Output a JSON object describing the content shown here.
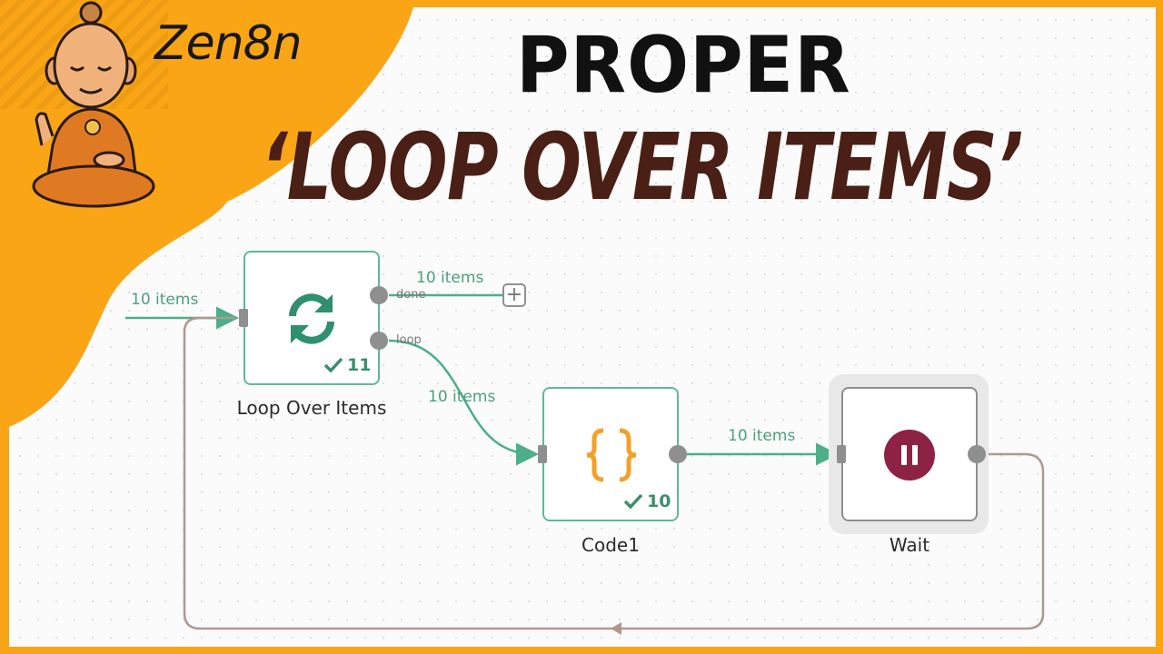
{
  "brand": {
    "name": "Zen8n"
  },
  "title": {
    "line1": "PROPER",
    "line2": "‘LOOP OVER ITEMS’"
  },
  "workflow": {
    "input_edge_label": "10 items",
    "nodes": [
      {
        "id": "loop-over-items",
        "label": "Loop Over Items",
        "icon": "sync-arrows-icon",
        "count": "11",
        "ports": {
          "done": "done",
          "loop": "loop"
        }
      },
      {
        "id": "code1",
        "label": "Code1",
        "icon": "curly-braces-icon",
        "count": "10"
      },
      {
        "id": "wait",
        "label": "Wait",
        "icon": "pause-icon"
      }
    ],
    "edges": [
      {
        "from": "input",
        "to": "loop-over-items",
        "label": "10 items"
      },
      {
        "from": "loop-over-items.done",
        "to": "add-node",
        "label": "10 items"
      },
      {
        "from": "loop-over-items.loop",
        "to": "code1",
        "label": "10 items"
      },
      {
        "from": "code1",
        "to": "wait",
        "label": "10 items"
      },
      {
        "from": "wait",
        "to": "loop-over-items",
        "label": ""
      }
    ]
  },
  "colors": {
    "background": "#f9a516",
    "canvas": "#fbfbfb",
    "node_border": "#5fb89a",
    "edge_active": "#4caf8a",
    "edge_loopback": "#b09890",
    "title_main": "#4a1f15",
    "code_icon": "#f4a028",
    "wait_icon": "#8e2244"
  }
}
